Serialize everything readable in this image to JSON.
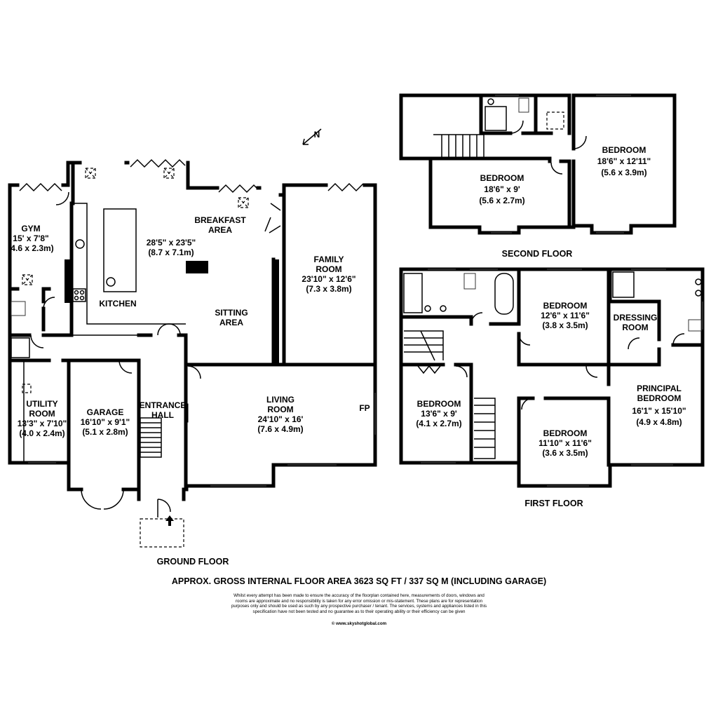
{
  "floors": {
    "ground": "GROUND FLOOR",
    "first": "FIRST FLOOR",
    "second": "SECOND FLOOR"
  },
  "rooms": {
    "gym": {
      "name": "GYM",
      "size_imp": "15' x 7'8\"",
      "size_met": "(4.6 x 2.3m)"
    },
    "kitchen_area": {
      "size_imp": "28'5\" x 23'5\"",
      "size_met": "(8.7 x 7.1m)"
    },
    "kitchen": {
      "name": "KITCHEN"
    },
    "breakfast": {
      "line1": "BREAKFAST",
      "line2": "AREA"
    },
    "sitting": {
      "line1": "SITTING",
      "line2": "AREA"
    },
    "family": {
      "line1": "FAMILY",
      "line2": "ROOM",
      "size_imp": "23'10\" x 12'6\"",
      "size_met": "(7.3 x 3.8m)"
    },
    "utility": {
      "line1": "UTILITY",
      "line2": "ROOM",
      "size_imp": "13'3\" x 7'10\"",
      "size_met": "(4.0 x 2.4m)"
    },
    "garage": {
      "name": "GARAGE",
      "size_imp": "16'10\" x 9'1\"",
      "size_met": "(5.1 x 2.8m)"
    },
    "entrance": {
      "line1": "ENTRANCE",
      "line2": "HALL"
    },
    "living": {
      "line1": "LIVING",
      "line2": "ROOM",
      "size_imp": "24'10\" x 16'",
      "size_met": "(7.6 x 4.9m)",
      "fp": "FP"
    },
    "ff_bed_a": {
      "name": "BEDROOM",
      "size_imp": "12'6\" x 11'6\"",
      "size_met": "(3.8 x 3.5m)"
    },
    "dressing": {
      "line1": "DRESSING",
      "line2": "ROOM"
    },
    "principal": {
      "line1": "PRINCIPAL",
      "line2": "BEDROOM",
      "size_imp": "16'1\" x 15'10\"",
      "size_met": "(4.9 x 4.8m)"
    },
    "ff_bed_b": {
      "name": "BEDROOM",
      "size_imp": "13'6\" x 9'",
      "size_met": "(4.1 x 2.7m)"
    },
    "ff_bed_c": {
      "name": "BEDROOM",
      "size_imp": "11'10\" x 11'6\"",
      "size_met": "(3.6 x 3.5m)"
    },
    "sf_bed_a": {
      "name": "BEDROOM",
      "size_imp": "18'6\" x 9'",
      "size_met": "(5.6 x 2.7m)"
    },
    "sf_bed_b": {
      "name": "BEDROOM",
      "size_imp": "18'6\" x 12'11\"",
      "size_met": "(5.6 x 3.9m)"
    }
  },
  "compass": {
    "letter": "N"
  },
  "area_summary": "APPROX. GROSS INTERNAL FLOOR AREA 3623 SQ FT / 337 SQ M (INCLUDING GARAGE)",
  "disclaimer": [
    "Whilst every attempt has been made to ensure the accuracy of the floorplan contained here, measurements of doors, windows and",
    "rooms are approximate and no responsibility is taken for any error omission or mis-statement. These plans are for representation",
    "purposes only and should be used as such by any prospective purchaser / tenant. The services, systems and appliances listed in this",
    "specification have not been tested and no guarantee as to their operating ability or their efficiency can be given"
  ],
  "website": "© www.skyshotglobal.com"
}
